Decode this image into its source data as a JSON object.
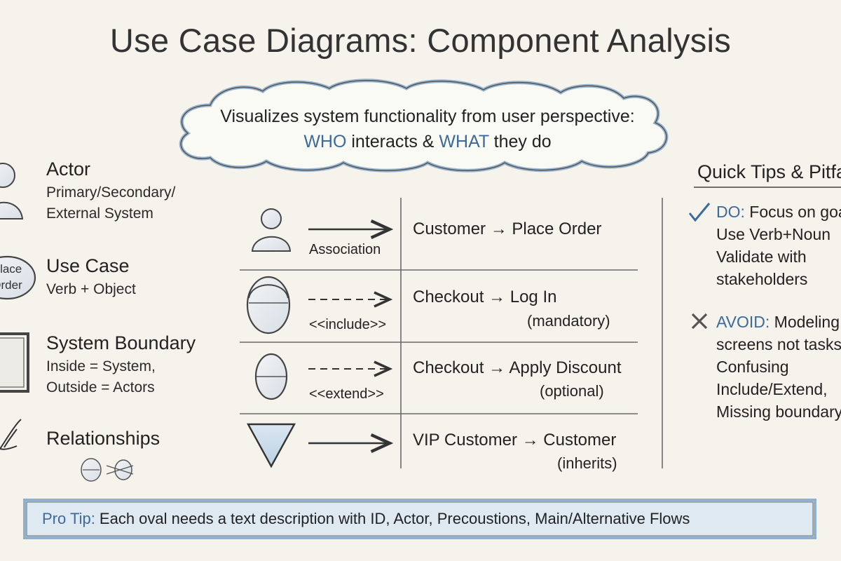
{
  "title": "Use Case Diagrams: Component Analysis",
  "summary": {
    "line1": "Visualizes system functionality from user perspective:",
    "who": "WHO",
    "middle": " interacts & ",
    "what": "WHAT",
    "end": " they do"
  },
  "components": {
    "actor": {
      "label": "Actor",
      "desc1": "Primary/Secondary/",
      "desc2": "External System"
    },
    "use_case": {
      "label": "Use Case",
      "desc": "Verb + Object",
      "oval_text1": "Place",
      "oval_text2": "Order"
    },
    "system_boundary": {
      "label": "System Boundary",
      "desc1": "Inside = System,",
      "desc2": "Outside = Actors"
    },
    "relationships": {
      "label": "Relationships"
    }
  },
  "relationships": [
    {
      "label": "Association",
      "description": "Customer → Place Order",
      "note": ""
    },
    {
      "label": "<<include>>",
      "description": "Checkout → Log In",
      "note": "(mandatory)"
    },
    {
      "label": "<<extend>>",
      "description": "Checkout → Apply Discount",
      "note": "(optional)"
    },
    {
      "label": "",
      "description": "VIP Customer → Customer",
      "note": "(inherits)"
    }
  ],
  "tips": {
    "title": "Quick Tips & Pitfalls",
    "do_label": "DO:",
    "do_items": [
      "Focus on goals",
      "Use Verb+Noun",
      "Validate with",
      "stakeholders"
    ],
    "avoid_label": "AVOID:",
    "avoid_items": [
      "Modeling",
      "screens not tasks",
      "Confusing",
      "Include/Extend,",
      "Missing boundary"
    ]
  },
  "pro_tip": {
    "label": "Pro Tip:",
    "text": " Each oval needs a text description with ID, Actor, Precoustions, Main/Alternative Flows"
  },
  "colors": {
    "accent_blue": "#3d6a9b",
    "shade_blue": "#c9dbea",
    "pencil": "#3a3a3a",
    "paper": "#f5f3ec"
  }
}
